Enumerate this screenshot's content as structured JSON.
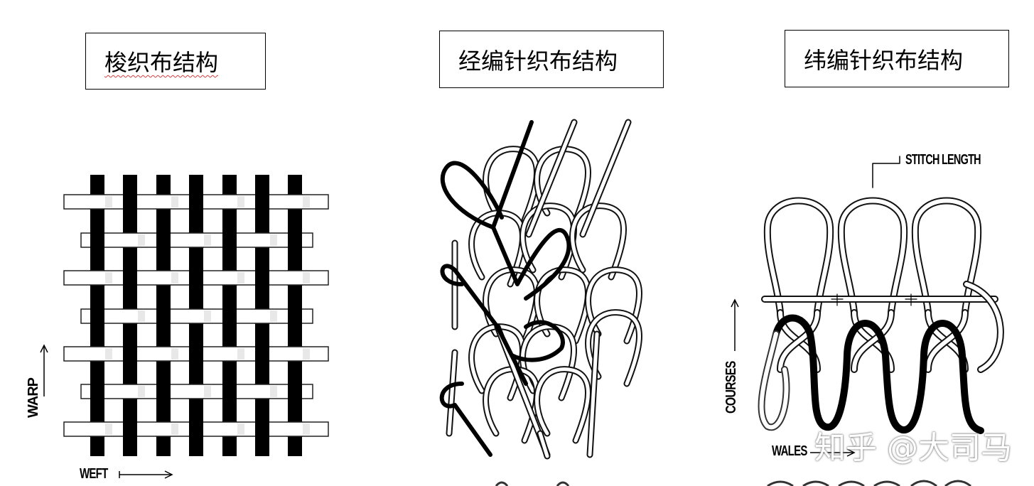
{
  "titles": {
    "woven": "梭织布结构",
    "warp_knit": "经编针织布结构",
    "weft_knit": "纬编针织布结构"
  },
  "labels": {
    "warp": "WARP",
    "weft": "WEFT",
    "courses": "COURSES",
    "wales": "WALES",
    "stitch_length": "STITCH LENGTH"
  },
  "watermark": "知乎 @大司马",
  "colors": {
    "background": "#ffffff",
    "ink": "#000000",
    "light_yarn": "#ffffff"
  }
}
